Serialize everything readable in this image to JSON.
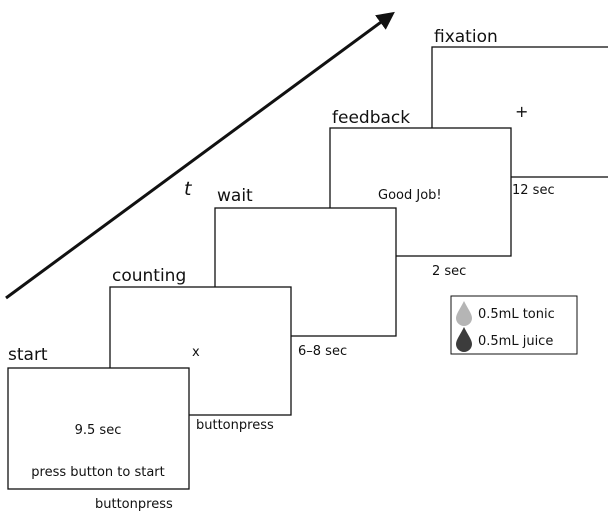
{
  "time_axis_label": "t",
  "steps": [
    {
      "title": "start",
      "line1": "9.5 sec",
      "line2": "press button to start",
      "ends_on": "buttonpress"
    },
    {
      "title": "counting",
      "center": "x",
      "ends_on": "buttonpress"
    },
    {
      "title": "wait",
      "duration": "6–8 sec"
    },
    {
      "title": "feedback",
      "center": "Good Job!",
      "duration": "2 sec"
    },
    {
      "title": "fixation",
      "center": "+",
      "duration": "12 sec"
    }
  ],
  "legend": [
    {
      "label": "0.5mL tonic",
      "color": "#b5b5b5",
      "icon": "droplet-icon"
    },
    {
      "label": "0.5mL juice",
      "color": "#3c3c3c",
      "icon": "droplet-icon"
    }
  ]
}
